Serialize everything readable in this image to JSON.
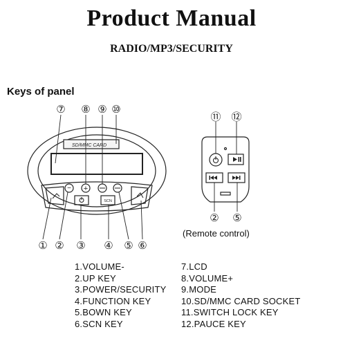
{
  "header": {
    "title": "Product Manual",
    "subtitle": "RADIO/MP3/SECURITY"
  },
  "section": {
    "title": "Keys of panel"
  },
  "panel": {
    "card_slot_label": "SD/MMC CARD",
    "callouts_top": [
      "⑦",
      "⑧",
      "⑨",
      "⑩"
    ],
    "callouts_bottom": [
      "①",
      "②",
      "③",
      "④",
      "⑤",
      "⑥"
    ],
    "button_symbols": {
      "minus": "−",
      "plus": "+",
      "scn": "SCN"
    }
  },
  "remote": {
    "callouts_top": [
      "⑪",
      "⑫"
    ],
    "callouts_bottom": [
      "②",
      "⑤"
    ],
    "label": "(Remote control)"
  },
  "legend": {
    "col1": [
      "1.VOLUME-",
      "2.UP KEY",
      "3.POWER/SECURITY",
      "4.FUNCTION KEY",
      "5.BOWN KEY",
      "6.SCN KEY"
    ],
    "col2": [
      "7.LCD",
      "8.VOLUME+",
      "9.MODE",
      "10.SD/MMC CARD SOCKET",
      "11.SWITCH LOCK KEY",
      "12.PAUCE KEY"
    ]
  }
}
